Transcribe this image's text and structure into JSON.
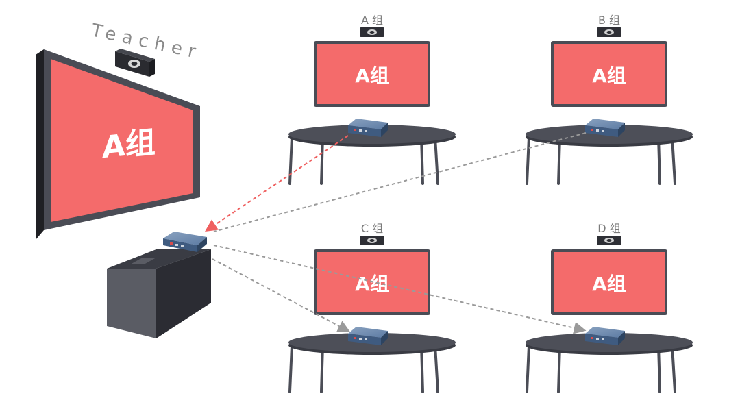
{
  "teacher": {
    "label": "Teacher",
    "screen_text": "A组"
  },
  "groups": [
    {
      "id": "A",
      "label": "A 组",
      "screen_text": "A组"
    },
    {
      "id": "B",
      "label": "B 组",
      "screen_text": "A组"
    },
    {
      "id": "C",
      "label": "C 组",
      "screen_text": "A组"
    },
    {
      "id": "D",
      "label": "D 组",
      "screen_text": "A组"
    }
  ],
  "colors": {
    "screen_fill": "#f46b6b",
    "frame": "#4a4c55",
    "table_top": "#4d4f58",
    "legs": "#4b4d56",
    "arrow_red": "#ef5f5f",
    "arrow_gray": "#9a9a9a",
    "label_gray": "#7b7b7b",
    "device_blue": "#4f6f95"
  }
}
